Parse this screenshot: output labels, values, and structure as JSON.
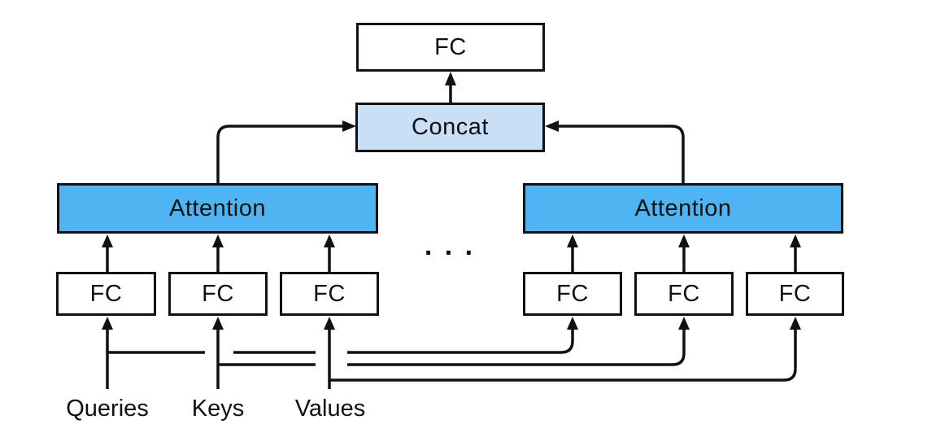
{
  "colors": {
    "background": "#ffffff",
    "line": "#111111",
    "text": "#111111",
    "attention_fill": "#4FB4F2",
    "concat_fill": "#C8DFF7",
    "fc_fill": "#ffffff"
  },
  "nodes": {
    "fc_top": {
      "label": "FC"
    },
    "concat": {
      "label": "Concat"
    },
    "attention_left": {
      "label": "Attention"
    },
    "attention_right": {
      "label": "Attention"
    },
    "fc_left": [
      "FC",
      "FC",
      "FC"
    ],
    "fc_right": [
      "FC",
      "FC",
      "FC"
    ]
  },
  "inputs": {
    "queries": "Queries",
    "keys": "Keys",
    "values": "Values"
  },
  "ellipsis": ". . ."
}
